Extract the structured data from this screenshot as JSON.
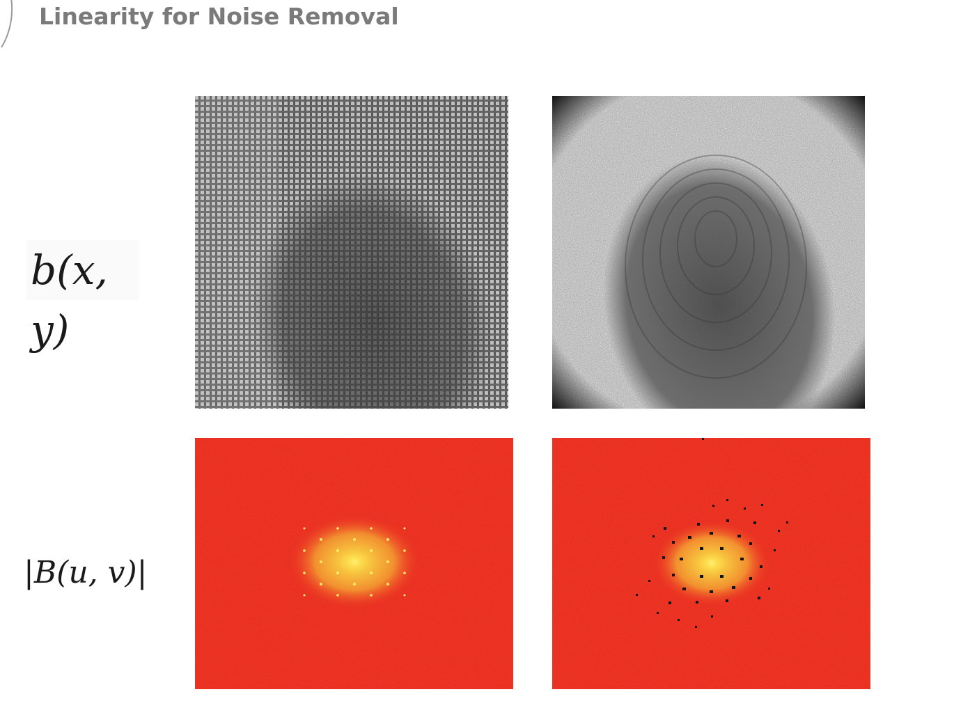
{
  "slide": {
    "title": "Linearity for Noise Removal"
  },
  "labels": {
    "spatial": "b(x, y)",
    "spectrum": "|B(u, v)|"
  },
  "colors": {
    "title": "#7a7a7a",
    "spectrum_background": "#e8201c",
    "spectrum_center": "#fff35a",
    "spectrum_mid": "#f39a1c",
    "notch_marks": "#141414"
  },
  "images": [
    {
      "name": "noisy-fingerprint-image",
      "description_shown": "fingerprint on woven fabric with periodic grid noise"
    },
    {
      "name": "filtered-fingerprint-image",
      "description_shown": "fingerprint after noise removal"
    },
    {
      "name": "noisy-spectrum-image",
      "description_shown": "magnitude spectrum with periodic noise peaks"
    },
    {
      "name": "notch-filtered-spectrum-image",
      "description_shown": "magnitude spectrum with noise peaks masked"
    }
  ]
}
